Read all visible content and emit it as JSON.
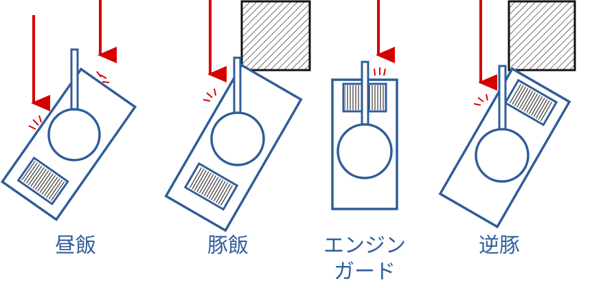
{
  "labels": {
    "hirumeshi": "昼飯",
    "butameshi": "豚飯",
    "engine_guard_line1": "エンジン",
    "engine_guard_line2": "ガード",
    "gyakubuta": "逆豚"
  },
  "colors": {
    "outline": "#2f5d9a",
    "arrow": "#d60000",
    "hatch": "#222222",
    "label": "#2f5d9a"
  },
  "icons": {
    "arrow": "red-down-arrow-icon",
    "impact": "impact-spark-icon",
    "obstacle": "hatched-obstacle-block-icon"
  }
}
